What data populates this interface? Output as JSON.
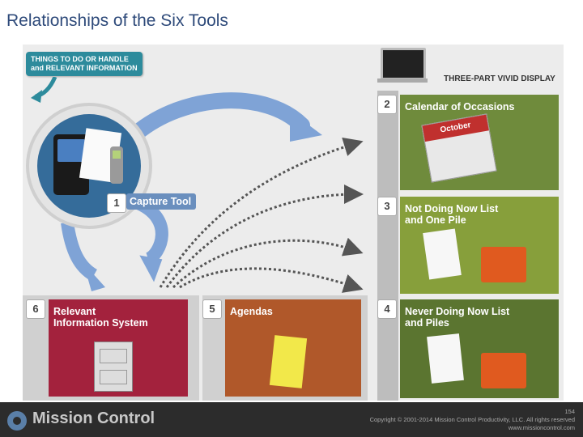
{
  "slide": {
    "title": "Relationships of the Six Tools"
  },
  "diagram": {
    "callout_text": [
      "THINGS TO DO OR HANDLE",
      "and RELEVANT INFORMATION"
    ],
    "display_label": "THREE-PART VIVID DISPLAY",
    "capture_tool": {
      "number": "1",
      "label": "Capture Tool"
    },
    "tools": [
      {
        "number": "2",
        "lines": [
          "Calendar of Occasions"
        ],
        "color": "#6f8b3c"
      },
      {
        "number": "3",
        "lines": [
          "Not Doing Now List",
          "and One Pile"
        ],
        "color": "#879f3b"
      },
      {
        "number": "4",
        "lines": [
          "Never Doing Now List",
          "and Piles"
        ],
        "color": "#5b7530"
      },
      {
        "number": "5",
        "lines": [
          "Agendas"
        ],
        "color": "#b0582a"
      },
      {
        "number": "6",
        "lines": [
          "Relevant",
          "Information System"
        ],
        "color": "#a3223d"
      }
    ],
    "calendar_month": "October",
    "colors": {
      "arrow": "#7fa3d6",
      "callout": "#2d8b9c",
      "capture_label": "#6a8fbe"
    }
  },
  "footer": {
    "logo": "Mission Control",
    "page_number": "154",
    "copyright": "Copyright © 2001-2014 Mission Control Productivity, LLC. All rights reserved",
    "url": "www.missioncontrol.com"
  }
}
